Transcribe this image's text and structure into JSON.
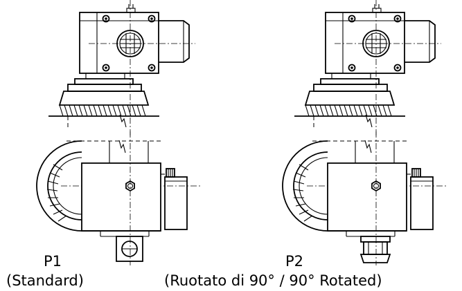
{
  "positions": [
    {
      "code": "P1",
      "description": "(Standard)",
      "flange": "standard"
    },
    {
      "code": "P2",
      "description": "(Ruotato di 90° / 90° Rotated)",
      "flange": "rotated"
    }
  ]
}
